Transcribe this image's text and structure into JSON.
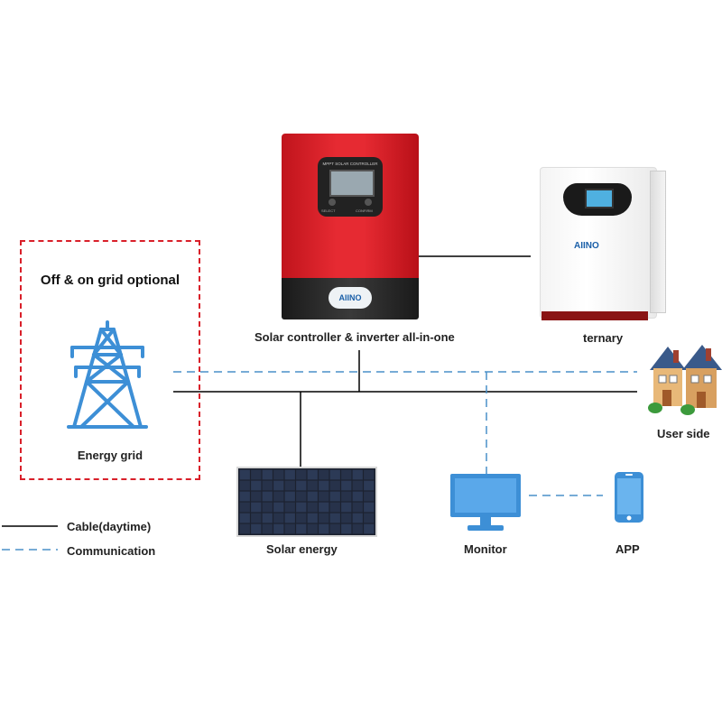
{
  "grid_box": {
    "title": "Off & on grid optional",
    "label": "Energy grid"
  },
  "controller": {
    "label": "Solar controller & inverter all-in-one",
    "screen_caption": "MPPT SOLAR CONTROLLER",
    "btn_left": "SELECT",
    "btn_right": "CONFIRM",
    "brand": "AIINO"
  },
  "inverter": {
    "label": "ternary",
    "brand": "AIINO"
  },
  "user": {
    "label": "User side"
  },
  "solar": {
    "label": "Solar energy"
  },
  "monitor": {
    "label": "Monitor"
  },
  "app": {
    "label": "APP"
  },
  "legend": {
    "cable": "Cable(daytime)",
    "communication": "Communication"
  },
  "colors": {
    "controller_red": "#e0202a",
    "cable": "#000000",
    "communication": "#4a90c8",
    "grid_border": "#d9202a",
    "device_blue": "#3d8fd6"
  }
}
